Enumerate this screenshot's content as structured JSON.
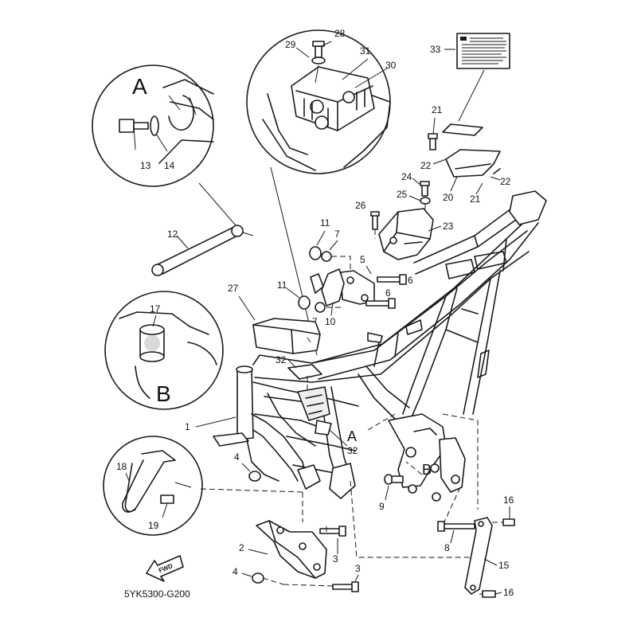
{
  "drawing_code": "5YK5300-G200",
  "fwd_label": "FWD",
  "detail_labels": {
    "a": "A",
    "b": "B"
  },
  "frame_labels": {
    "a": "A",
    "b": "B"
  },
  "callouts": {
    "n1": "1",
    "n2": "2",
    "n3a": "3",
    "n3b": "3",
    "n4a": "4",
    "n4b": "4",
    "n5": "5",
    "n6a": "6",
    "n6b": "6",
    "n7a": "7",
    "n7b": "7",
    "n8": "8",
    "n9": "9",
    "n10": "10",
    "n11a": "11",
    "n11b": "11",
    "n12": "12",
    "n13": "13",
    "n14": "14",
    "n15": "15",
    "n16a": "16",
    "n16b": "16",
    "n17": "17",
    "n18": "18",
    "n19": "19",
    "n20": "20",
    "n21a": "21",
    "n21b": "21",
    "n22a": "22",
    "n22b": "22",
    "n23": "23",
    "n24": "24",
    "n25": "25",
    "n26": "26",
    "n27": "27",
    "n28": "28",
    "n29": "29",
    "n30": "30",
    "n31": "31",
    "n32a": "32",
    "n32b": "32",
    "n33": "33"
  }
}
